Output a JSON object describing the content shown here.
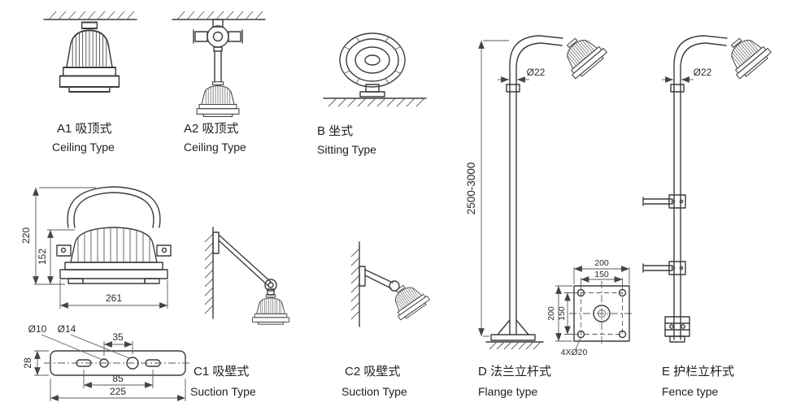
{
  "labels": {
    "a1_cn": "A1 吸顶式",
    "a1_en": "Ceiling Type",
    "a2_cn": "A2 吸顶式",
    "a2_en": "Ceiling Type",
    "b_cn": "B 坐式",
    "b_en": "Sitting Type",
    "c1_cn": "C1 吸壁式",
    "c1_en": "Suction Type",
    "c2_cn": "C2 吸壁式",
    "c2_en": "Suction Type",
    "d_cn": "D 法兰立杆式",
    "d_en": "Flange type",
    "e_cn": "E 护栏立杆式",
    "e_en": "Fence type"
  },
  "dims": {
    "overall_height": "220",
    "body_height": "152",
    "body_width": "261",
    "hole_small": "Ø10",
    "hole_large": "Ø14",
    "hole_spacing": "35",
    "plate_height": "28",
    "slot_spacing": "85",
    "plate_length": "225",
    "pole_height": "2500-3000",
    "pole_diameter_d": "Ø22",
    "pole_diameter_e": "Ø22",
    "flange_outer_top": "200",
    "flange_inner_top": "150",
    "flange_outer_side": "200",
    "flange_inner_side": "150",
    "flange_holes": "4XØ20"
  },
  "colors": {
    "line": "#3c3c3c",
    "dim_line": "#5a5a5a",
    "text": "#1f1f1f",
    "background": "#ffffff"
  }
}
